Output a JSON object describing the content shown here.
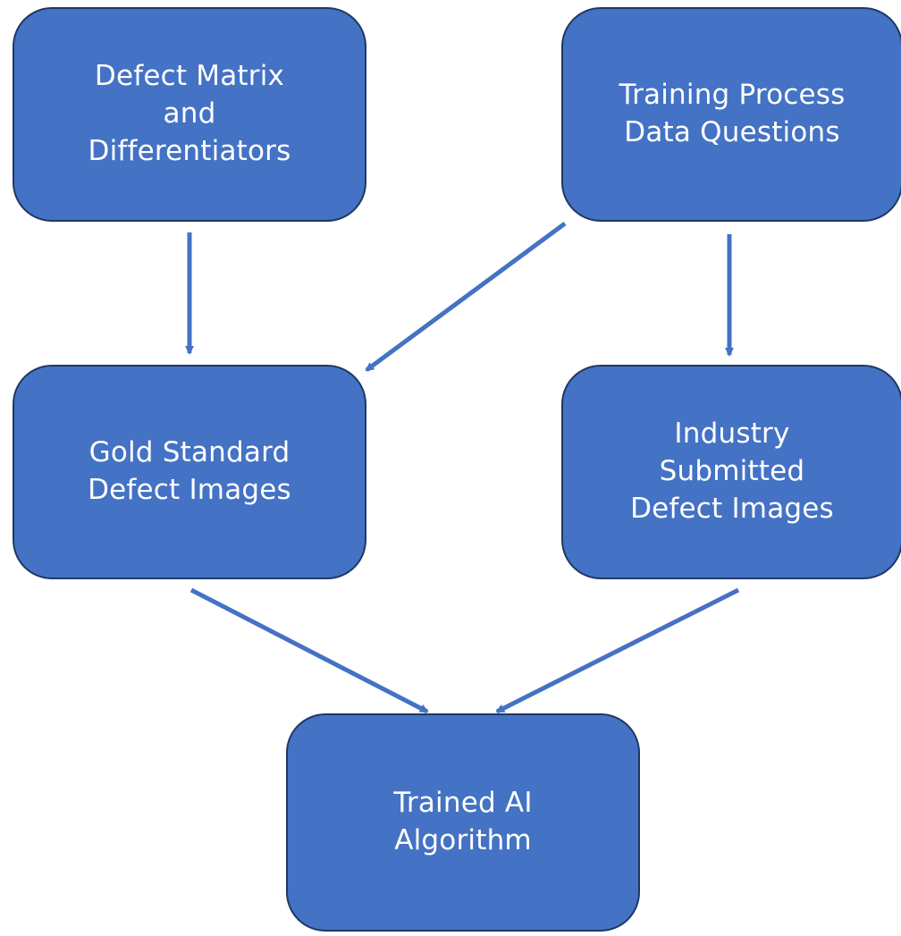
{
  "colors": {
    "node_fill": "#4472c4",
    "node_border": "#1f3864",
    "node_text": "#ffffff",
    "arrow": "#4472c4"
  },
  "nodes": {
    "defect_matrix": "Defect Matrix\nand\nDifferentiators",
    "training_questions": "Training Process\nData Questions",
    "gold_standard": "Gold Standard\nDefect Images",
    "industry_submitted": "Industry\nSubmitted\nDefect Images",
    "trained_ai": "Trained AI\nAlgorithm"
  },
  "edges": [
    {
      "from": "Defect Matrix and Differentiators",
      "to": "Gold Standard Defect Images"
    },
    {
      "from": "Training Process Data Questions",
      "to": "Gold Standard Defect Images"
    },
    {
      "from": "Training Process Data Questions",
      "to": "Industry Submitted Defect Images"
    },
    {
      "from": "Gold Standard Defect Images",
      "to": "Trained AI Algorithm"
    },
    {
      "from": "Industry Submitted Defect Images",
      "to": "Trained AI Algorithm"
    }
  ]
}
